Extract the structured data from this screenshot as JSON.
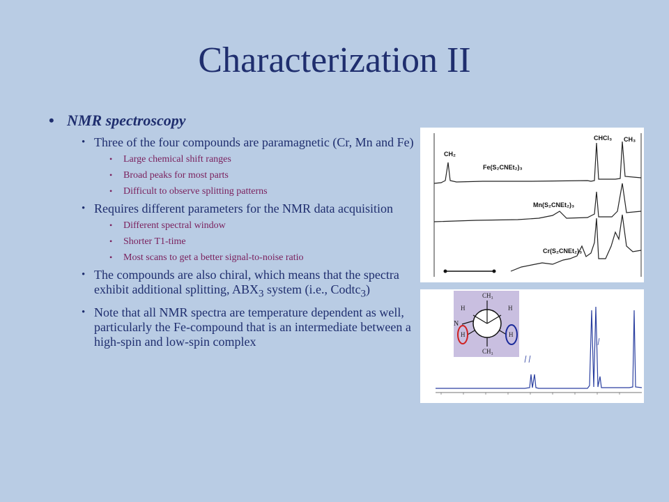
{
  "slide": {
    "title": "Characterization II",
    "bullet": "NMR spectroscopy",
    "items": [
      {
        "text": "Three of the four compounds are paramagnetic (Cr, Mn and Fe)",
        "sub": [
          "Large chemical shift ranges",
          "Broad peaks for most parts",
          "Difficult to observe splitting patterns"
        ]
      },
      {
        "text": "Requires different parameters for the NMR data acquisition",
        "sub": [
          "Different spectral window",
          "Shorter T1-time",
          "Most scans to get a better signal-to-noise ratio"
        ]
      }
    ],
    "chiral": {
      "before": "The compounds are also chiral, which means that the spectra exhibit additional splitting, ABX",
      "sub": "3",
      "middle": " system (i.e., Codtc",
      "sub2": "3",
      "after": ")"
    },
    "note": "Note that all NMR spectra are temperature dependent as well, particularly the Fe-compound that is an intermediate between a high-spin and low-spin complex"
  },
  "figure1": {
    "labels": {
      "ch2": "CH₂",
      "fe": "Fe(S₂CNEt₂)₃",
      "chcl3": "CHCl₃",
      "ch3": "CH₃",
      "mn": "Mn(S₂CNEt₂)₃",
      "cr": "Cr(S₂CNEt₂)₃"
    }
  },
  "figure2": {
    "newman": {
      "top": "CH₃",
      "bottom": "CH₃",
      "h_top_left": "H",
      "h_top_right": "H",
      "h_bottom_left": "H",
      "h_bottom_right": "H",
      "n": "N"
    }
  },
  "colors": {
    "background": "#b9cce4",
    "title": "#1f2e6e",
    "sub_text": "#7a1f5c",
    "spectrum": "#2a3fa0",
    "highlight_red": "#d02020",
    "highlight_blue": "#1a2a9a"
  }
}
